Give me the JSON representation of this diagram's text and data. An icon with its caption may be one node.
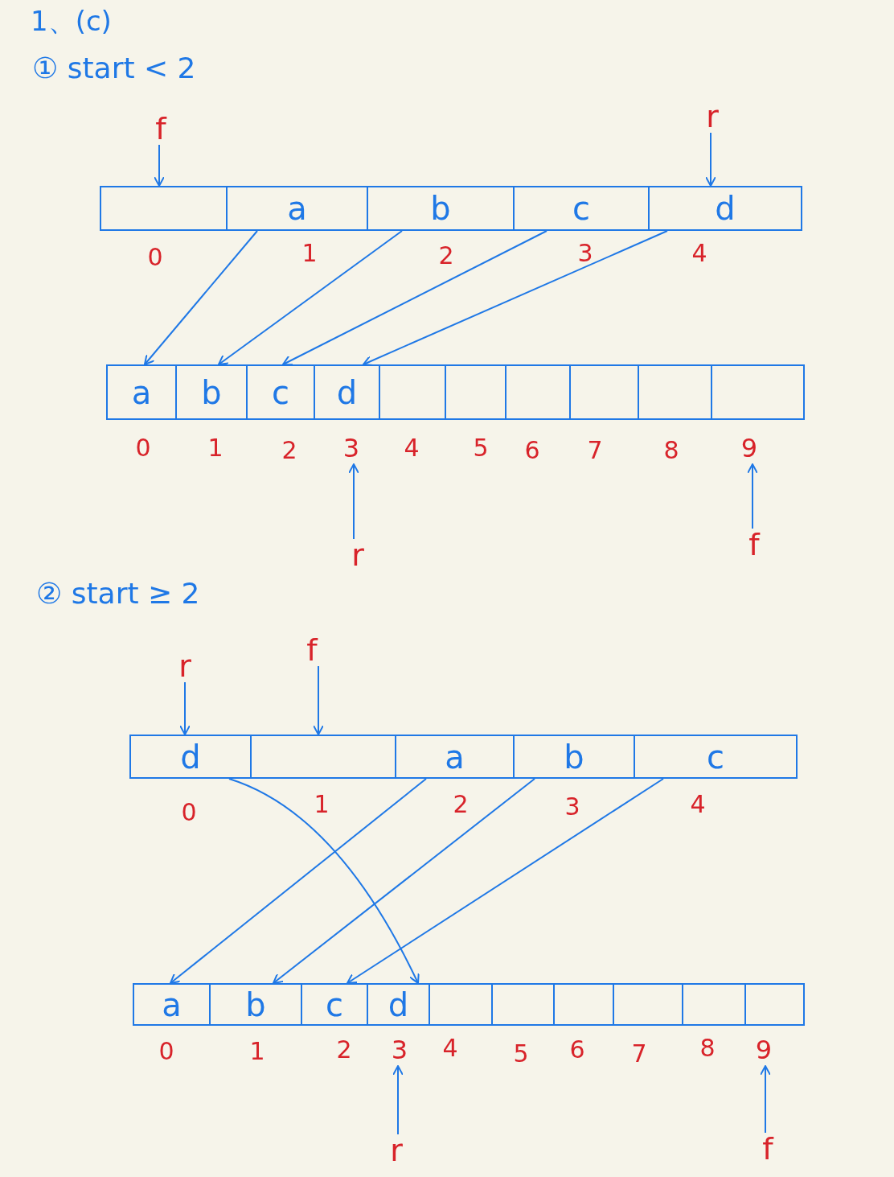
{
  "diagram": {
    "title": "1、(c)",
    "nodes": [
      {
        "text": [],
        "shape": "box"
      },
      {
        "text": [
          "a"
        ]
      },
      {
        "text": [
          "b"
        ]
      },
      {
        "text": [
          "c"
        ]
      },
      {
        "text": [
          "d"
        ]
      },
      {
        "text": [
          "f"
        ]
      },
      {
        "text": [
          "r"
        ]
      },
      {
        "text": [
          "a"
        ]
      },
      {
        "text": [
          "b"
        ]
      },
      {
        "text": [
          "c"
        ]
      },
      {
        "text": [
          "d"
        ]
      },
      {
        "text": [],
        "shape": "box"
      },
      {
        "text": [],
        "shape": "box"
      },
      {
        "text": [],
        "shape": "box"
      },
      {
        "text": [],
        "shape": "box"
      },
      {
        "text": [],
        "shape": "box"
      },
      {
        "text": [],
        "shape": "box"
      },
      {
        "text": [
          "3"
        ]
      },
      {
        "text": [
          "9"
        ]
      },
      {
        "text": [
          "r"
        ]
      },
      {
        "text": [
          "f"
        ]
      },
      {
        "text": [
          "d"
        ]
      },
      {
        "text": [],
        "shape": "box"
      },
      {
        "text": [
          "a"
        ]
      },
      {
        "text": [
          "b"
        ]
      },
      {
        "text": [
          "c"
        ]
      },
      {
        "text": [
          "r"
        ]
      },
      {
        "text": [
          "f"
        ]
      },
      {
        "text": [
          "a"
        ]
      },
      {
        "text": [
          "b"
        ]
      },
      {
        "text": [
          "c"
        ]
      },
      {
        "text": [
          "d"
        ]
      },
      {
        "text": [],
        "shape": "box"
      },
      {
        "text": [],
        "shape": "box"
      },
      {
        "text": [],
        "shape": "box"
      },
      {
        "text": [],
        "shape": "box"
      },
      {
        "text": [],
        "shape": "box"
      },
      {
        "text": [],
        "shape": "box"
      },
      {
        "text": [
          "3"
        ]
      },
      {
        "text": [
          "9"
        ]
      },
      {
        "text": [
          "r"
        ]
      },
      {
        "text": [
          "f"
        ]
      }
    ],
    "edges": [
      {
        "from": 5,
        "to": 0,
        "arrow": "to"
      },
      {
        "from": 6,
        "to": 4,
        "arrow": "to"
      },
      {
        "from": 1,
        "to": 7,
        "arrow": "to"
      },
      {
        "from": 2,
        "to": 8,
        "arrow": "to"
      },
      {
        "from": 3,
        "to": 9,
        "arrow": "to"
      },
      {
        "from": 4,
        "to": 10,
        "arrow": "to"
      },
      {
        "from": 19,
        "to": 17,
        "arrow": "to"
      },
      {
        "from": 20,
        "to": 18,
        "arrow": "to"
      },
      {
        "from": 26,
        "to": 21,
        "arrow": "to"
      },
      {
        "from": 27,
        "to": 22,
        "arrow": "to"
      },
      {
        "from": 21,
        "to": 31,
        "arrow": "to"
      },
      {
        "from": 23,
        "to": 28,
        "arrow": "to"
      },
      {
        "from": 24,
        "to": 29,
        "arrow": "to"
      },
      {
        "from": 25,
        "to": 30,
        "arrow": "to"
      },
      {
        "from": 40,
        "to": 38,
        "arrow": "to"
      },
      {
        "from": 41,
        "to": 39,
        "arrow": "to"
      }
    ],
    "labels": [
      "① start < 2",
      "0",
      "1",
      "2",
      "3",
      "4",
      "0",
      "1",
      "2",
      "4",
      "5",
      "6",
      "7",
      "8",
      "② start ≥ 2",
      "0",
      "1",
      "2",
      "3",
      "4",
      "0",
      "1",
      "2",
      "4",
      "5",
      "6",
      "7",
      "8"
    ]
  }
}
